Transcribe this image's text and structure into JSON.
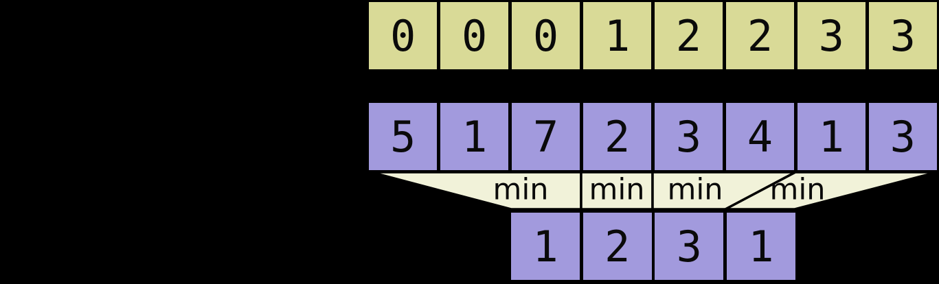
{
  "colors": {
    "background": "#000000",
    "top_row_fill": "#d9da97",
    "array_fill": "#a29add",
    "min_band_fill": "#f1f2d9",
    "border": "#000000",
    "text": "#0a0a0a"
  },
  "rows": {
    "top": {
      "values": [
        "0",
        "0",
        "0",
        "1",
        "2",
        "2",
        "3",
        "3"
      ]
    },
    "middle": {
      "values": [
        "5",
        "1",
        "7",
        "2",
        "3",
        "4",
        "1",
        "3"
      ]
    },
    "bottom": {
      "values": [
        "1",
        "2",
        "3",
        "1"
      ]
    }
  },
  "min_band": {
    "labels": [
      "min",
      "min",
      "min",
      "min"
    ]
  }
}
